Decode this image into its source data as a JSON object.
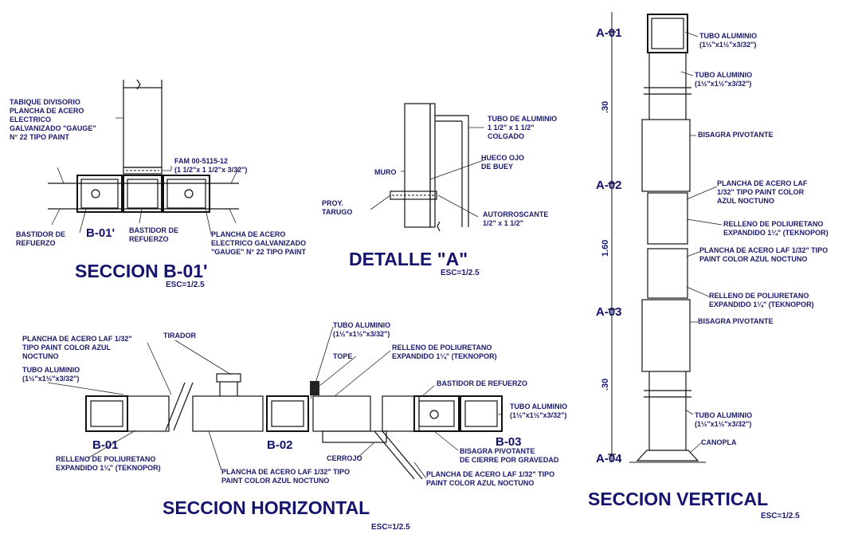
{
  "b01": {
    "title": "SECCION B-01'",
    "scale": "ESC=1/2.5",
    "tag": "B-01'",
    "label_tabique": [
      "TABIQUE DIVISORIO",
      "PLANCHA DE ACERO",
      "ELECTRICO",
      "GALVANIZADO \"GAUGE\"",
      "N° 22 TIPO PAINT"
    ],
    "label_fam": [
      "FAM 00-5115-12",
      "(1 1/2\"x 1 1/2\"x 3/32\")"
    ],
    "label_bastidor_left": [
      "BASTIDOR DE",
      "REFUERZO"
    ],
    "label_bastidor_mid": [
      "BASTIDOR DE",
      "REFUERZO"
    ],
    "label_plancha": [
      "PLANCHA DE ACERO",
      "ELECTRICO GALVANIZADO",
      "\"GAUGE\" N° 22 TIPO PAINT"
    ]
  },
  "detalle": {
    "title": "DETALLE \"A\"",
    "scale": "ESC=1/2.5",
    "label_tubo": [
      "TUBO DE ALUMINIO",
      "1 1/2\" x 1 1/2\"",
      "COLGADO"
    ],
    "label_hueco": [
      "HUECO OJO",
      "DE BUEY"
    ],
    "label_muro": "MURO",
    "label_tarugo": [
      "PROY.",
      "TARUGO"
    ],
    "label_auto": [
      "AUTORROSCANTE",
      "1/2\" x 1 1/2\""
    ]
  },
  "horizontal": {
    "title": "SECCION HORIZONTAL",
    "scale": "ESC=1/2.5",
    "tag_b01": "B-01",
    "tag_b02": "B-02",
    "tag_b03": "B-03",
    "label_plancha_tl": [
      "PLANCHA DE ACERO LAF 1/32\"",
      "TIPO PAINT COLOR AZUL",
      "NOCTUNO"
    ],
    "label_tubo_l": [
      "TUBO ALUMINIO",
      "(1½\"x1½\"x3/32\")"
    ],
    "label_tirador": "TIRADOR",
    "label_tubo_c": [
      "TUBO ALUMINIO",
      "(1½\"x1½\"x3/32\")"
    ],
    "label_relleno_tr": [
      "RELLENO DE POLIURETANO",
      "EXPANDIDO 1¼\" (TEKNOPOR)"
    ],
    "label_tope": "TOPE",
    "label_bastidor": "BASTIDOR DE REFUERZO",
    "label_tubo_r": [
      "TUBO ALUMINIO",
      "(1½\"x1½\"x3/32\")"
    ],
    "label_relleno_bl": [
      "RELLENO DE POLIURETANO",
      "EXPANDIDO 1¼\" (TEKNOPOR)"
    ],
    "label_plancha_bc": [
      "PLANCHA DE ACERO LAF 1/32\" TIPO",
      "PAINT COLOR AZUL NOCTUNO"
    ],
    "label_cerrojo": "CERROJO",
    "label_bisagra": [
      "BISAGRA PIVOTANTE",
      "DE CIERRE POR GRAVEDAD"
    ],
    "label_plancha_br": [
      "PLANCHA DE ACERO LAF 1/32\" TIPO",
      "PAINT COLOR AZUL NOCTUNO"
    ]
  },
  "vertical": {
    "title": "SECCION VERTICAL",
    "scale": "ESC=1/2.5",
    "tag_a01": "A-01",
    "tag_a02": "A-02",
    "tag_a03": "A-03",
    "tag_a04": "A-04",
    "dim_top": ".30",
    "dim_mid": "1.60",
    "dim_bot": ".30",
    "label_tubo_1": [
      "TUBO ALUMINIO",
      "(1½\"x1½\"x3/32\")"
    ],
    "label_tubo_2": [
      "TUBO ALUMINIO",
      "(1½\"x1½\"x3/32\")"
    ],
    "label_bisagra_1": "BISAGRA PIVOTANTE",
    "label_plancha": [
      "PLANCHA DE ACERO LAF",
      "1/32\" TIPO PAINT COLOR",
      "AZUL NOCTUNO"
    ],
    "label_relleno_1": [
      "RELLENO DE POLIURETANO",
      "EXPANDIDO 1¼\" (TEKNOPOR)"
    ],
    "label_plancha_2": [
      "PLANCHA DE ACERO LAF 1/32\" TIPO",
      "PAINT COLOR AZUL NOCTUNO"
    ],
    "label_relleno_2": [
      "RELLENO DE POLIURETANO",
      "EXPANDIDO 1¼\" (TEKNOPOR)"
    ],
    "label_bisagra_2": "BISAGRA PIVOTANTE",
    "label_tubo_3": [
      "TUBO ALUMINIO",
      "(1½\"x1½\"x3/32\")"
    ],
    "label_canopla": "CANOPLA"
  }
}
